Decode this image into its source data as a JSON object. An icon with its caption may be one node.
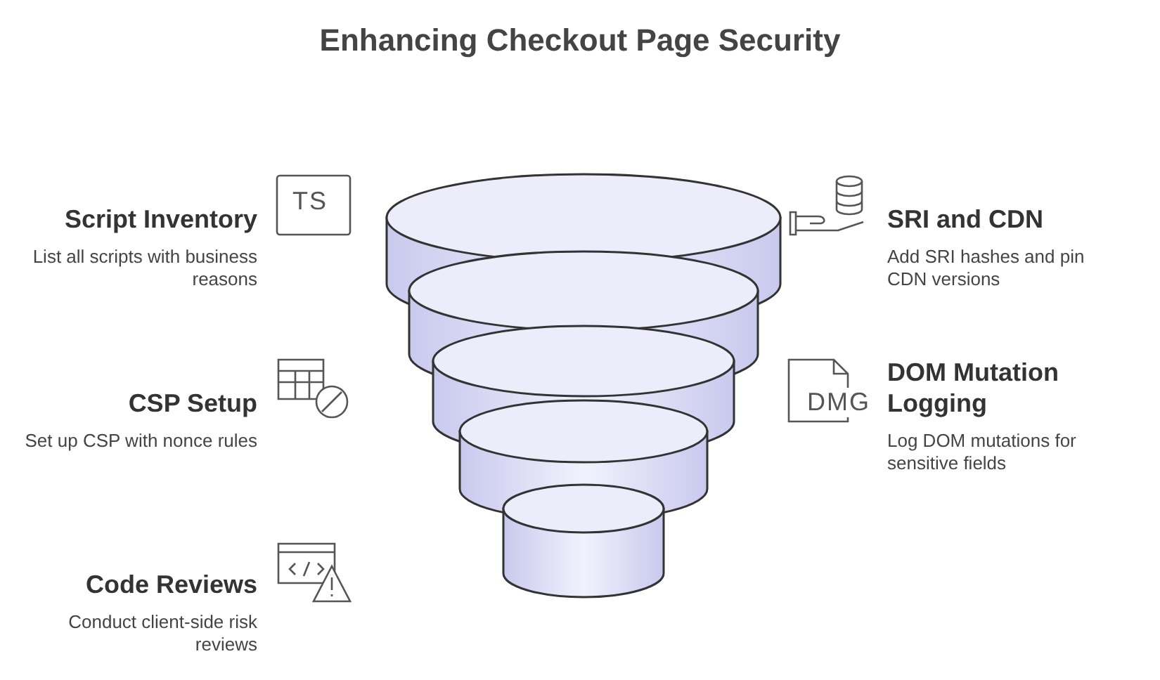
{
  "diagram": {
    "title": "Enhancing Checkout Page Security",
    "nodes": [
      {
        "text": [
          "Script Inventory",
          "List all scripts with business reasons"
        ]
      },
      {
        "text": [
          "SRI and CDN",
          "Add SRI hashes and pin CDN versions"
        ]
      },
      {
        "text": [
          "CSP Setup",
          "Set up CSP with nonce rules"
        ]
      },
      {
        "text": [
          "DOM Mutation Logging",
          "Log DOM mutations for sensitive fields"
        ]
      },
      {
        "text": [
          "Code Reviews",
          "Conduct client-side risk reviews"
        ]
      }
    ],
    "edges": [],
    "labels": [
      "TS",
      "DMG"
    ]
  }
}
